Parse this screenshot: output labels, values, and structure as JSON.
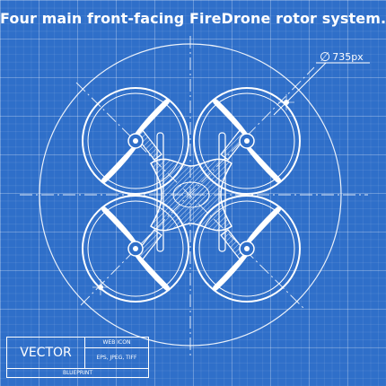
{
  "title": "Four main front-facing FireDrone rotor system.",
  "dimension": {
    "symbol": "∅",
    "value": "735px"
  },
  "title_block": {
    "vector_label": "VECTOR",
    "web_icon_label": "WEB ICON",
    "formats_label": "EPS, JPEG, TIFF",
    "blueprint_label": "BLUEPRINT"
  },
  "colors": {
    "background": "#2f6fc9",
    "line": "#ffffff"
  },
  "rotors": [
    "top-left",
    "top-right",
    "bottom-left",
    "bottom-right"
  ]
}
